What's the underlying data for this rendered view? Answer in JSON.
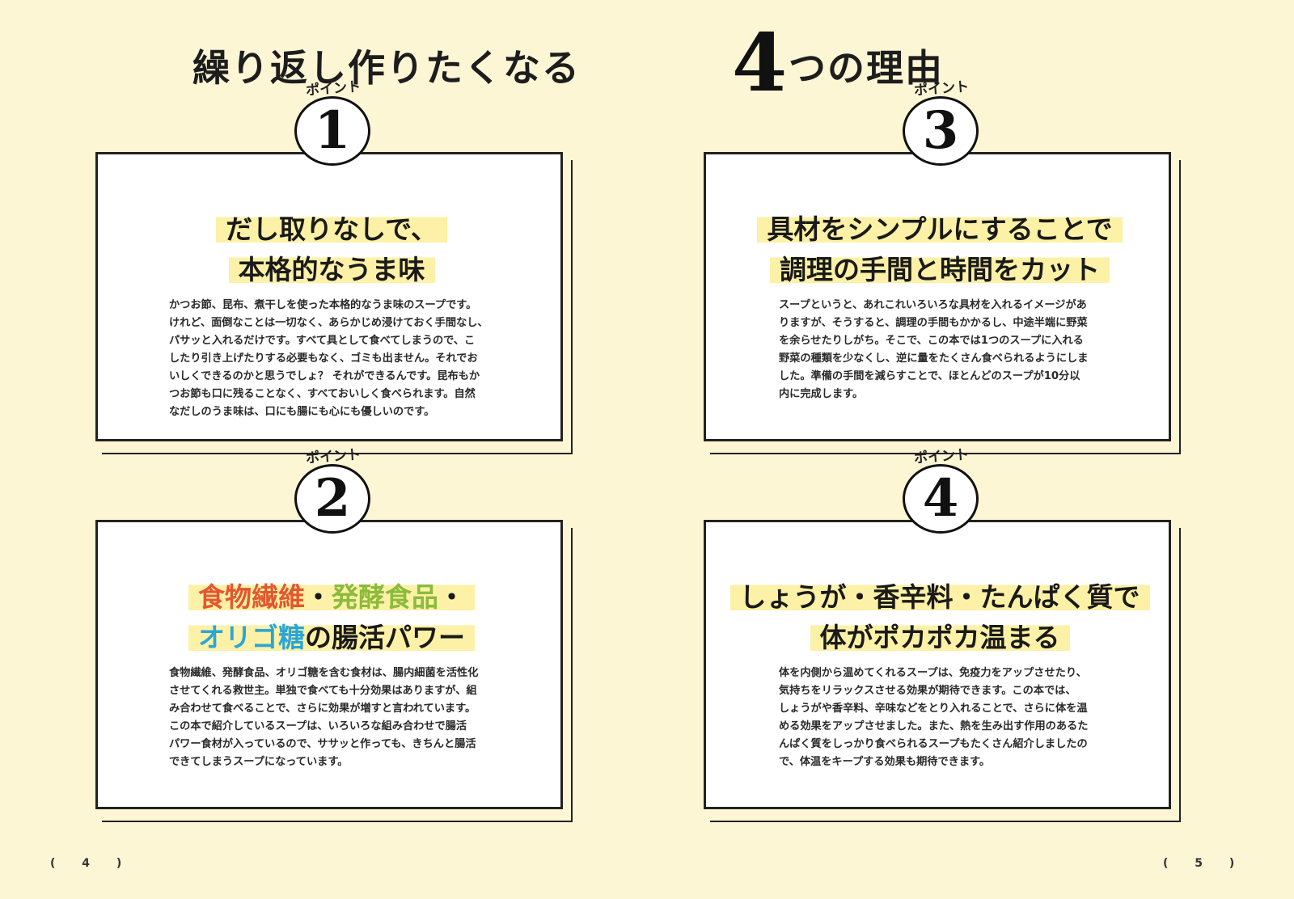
{
  "title": {
    "left": "繰り返し作りたくなる",
    "number": "4",
    "right": "つの理由"
  },
  "badge_label": "ポイント",
  "cards": {
    "c1": {
      "number": "1",
      "heading_line1": "だし取りなしで、",
      "heading_line2": "本格的なうま味",
      "body": "かつお節、昆布、煮干しを使った本格的なうま味のスープです。\nけれど、面倒なことは一切なく、あらかじめ浸けておく手間なし、\nパサッと入れるだけです。すべて具として食べてしまうので、こ\nしたり引き上げたりする必要もなく、ゴミも出ません。それでお\nいしくできるのかと思うでしょ？ それができるんです。昆布もか\nつお節も口に残ることなく、すべておいしく食べられます。自然\nなだしのうま味は、口にも腸にも心にも優しいのです。"
    },
    "c2": {
      "number": "2",
      "h_red": "食物繊維",
      "h_sep1": "・",
      "h_green": "発酵食品",
      "h_sep2": "・",
      "h_blue": "オリゴ糖",
      "h_rest": "の腸活パワー",
      "body": "食物繊維、発酵食品、オリゴ糖を含む食材は、腸内細菌を活性化\nさせてくれる救世主。単独で食べても十分効果はありますが、組\nみ合わせて食べることで、さらに効果が増すと言われています。\nこの本で紹介しているスープは、いろいろな組み合わせで腸活\nパワー食材が入っているので、ササッと作っても、きちんと腸活\nできてしまうスープになっています。"
    },
    "c3": {
      "number": "3",
      "heading_line1": "具材をシンプルにすることで",
      "heading_line2": "調理の手間と時間をカット",
      "body": "スープというと、あれこれいろいろな具材を入れるイメージがあ\nりますが、そうすると、調理の手間もかかるし、中途半端に野菜\nを余らせたりしがち。そこで、この本では1つのスープに入れる\n野菜の種類を少なくし、逆に量をたくさん食べられるようにしま\nした。準備の手間を減らすことで、ほとんどのスープが10分以\n内に完成します。"
    },
    "c4": {
      "number": "4",
      "heading_line1": "しょうが・香辛料・たんぱく質で",
      "heading_line2": "体がポカポカ温まる",
      "body": "体を内側から温めてくれるスープは、免疫力をアップさせたり、\n気持ちをリラックスさせる効果が期待できます。この本では、\nしょうがや香辛料、辛味などをとり入れることで、さらに体を温\nめる効果をアップさせました。また、熱を生み出す作用のあるた\nんぱく質をしっかり食べられるスープもたくさん紹介しましたの\nで、体温をキープする効果も期待できます。"
    }
  },
  "page_numbers": {
    "left": "( 4 )",
    "right": "( 5 )"
  }
}
